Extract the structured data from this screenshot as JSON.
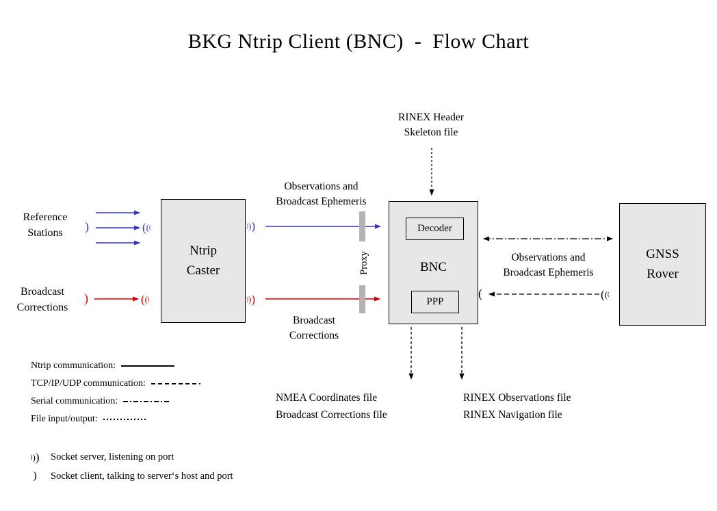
{
  "title": "BKG Ntrip Client (BNC)  -  Flow Chart",
  "colors": {
    "ntrip_blue": "#3333bb",
    "corrections_red": "#cc0000",
    "box_fill": "#e7e7e7",
    "proxy_bar": "#b3b3b3",
    "line_black": "#000000"
  },
  "nodes": {
    "caster": "Ntrip\nCaster",
    "bnc": "BNC",
    "decoder": "Decoder",
    "ppp": "PPP",
    "rover": "GNSS\nRover"
  },
  "labels": {
    "reference_stations": "Reference\nStations",
    "broadcast_corrections_left": "Broadcast\nCorrections",
    "obs_eph_top": "Observations and\nBroadcast Ephemeris",
    "broadcast_corrections_mid": "Broadcast\nCorrections",
    "rinex_header": "RINEX Header\nSkeleton file",
    "proxy": "Proxy",
    "obs_eph_right": "Observations and\nBroadcast Ephemeris",
    "nmea_files": "NMEA Coordinates file\nBroadcast Corrections file",
    "rinex_files": "RINEX Observations file\nRINEX Navigation file"
  },
  "legend": {
    "items": [
      {
        "label": "Ntrip communication:",
        "style": "solid"
      },
      {
        "label": "TCP/IP/UDP communication:",
        "style": "dashed"
      },
      {
        "label": "Serial communication:",
        "style": "dash-dot"
      },
      {
        "label": "File input/output:",
        "style": "dotted"
      }
    ],
    "socket_server": "Socket server, listening on port",
    "socket_client": "Socket client, talking to server‘s host and port"
  },
  "icons": {
    "paren_open": "(",
    "paren_close": ")"
  }
}
